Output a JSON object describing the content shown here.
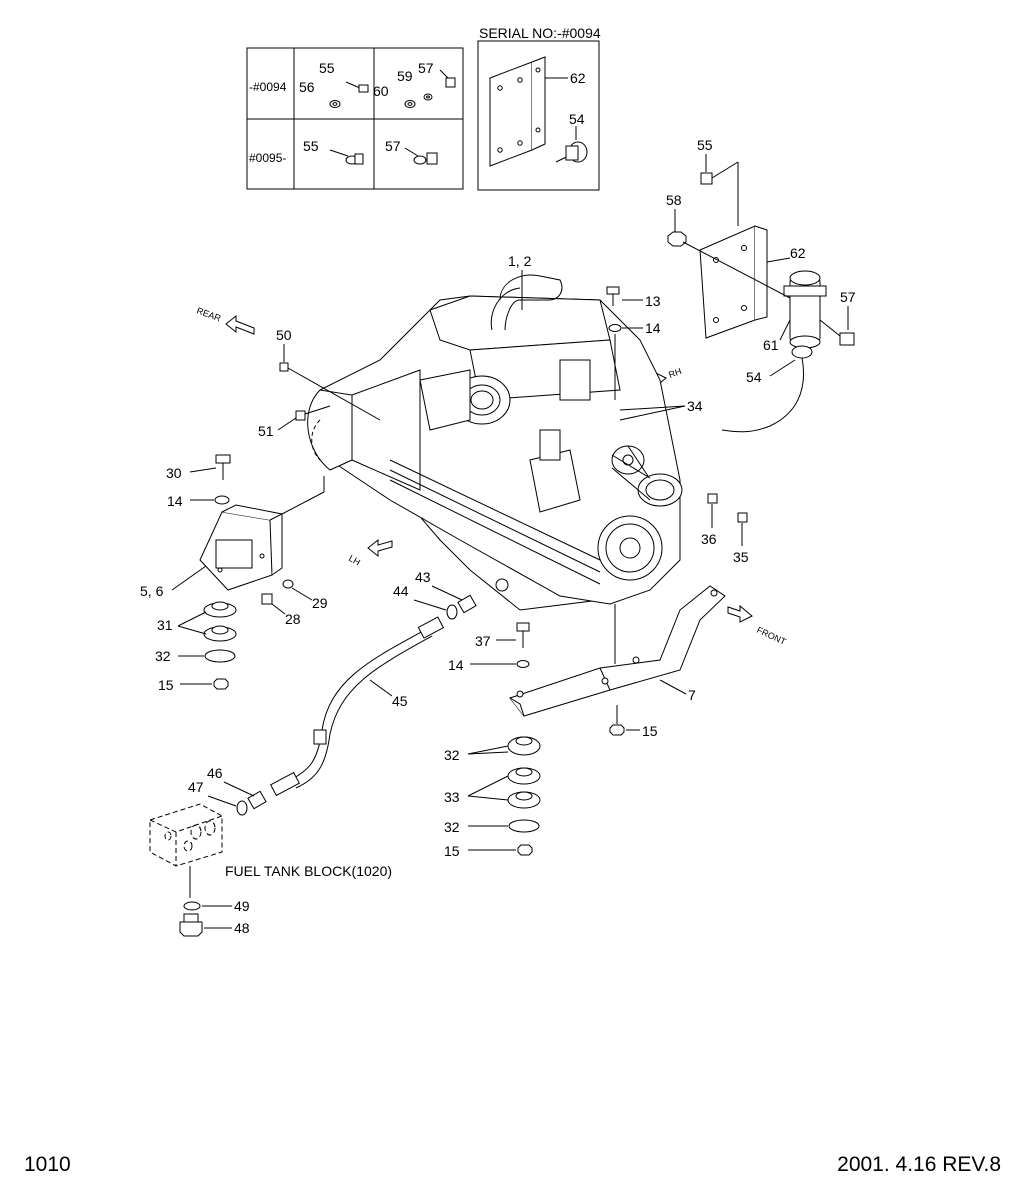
{
  "inset_table": {
    "rows": [
      {
        "serial": "-#0094",
        "group_a": [
          "55",
          "56"
        ],
        "group_b": [
          "57",
          "59",
          "60"
        ]
      },
      {
        "serial": "#0095-",
        "group_a": [
          "55"
        ],
        "group_b": [
          "57"
        ]
      }
    ]
  },
  "serial_inset": {
    "title": "SERIAL NO:-#0094",
    "parts": [
      "62",
      "54"
    ]
  },
  "directions": {
    "rear": "REAR",
    "rh": "RH",
    "lh": "LH",
    "front": "FRONT"
  },
  "callouts": {
    "c55": "55",
    "c58": "58",
    "c62": "62",
    "c57": "57",
    "c61": "61",
    "c54": "54",
    "c12": "1, 2",
    "c13": "13",
    "c14a": "14",
    "c34": "34",
    "c50": "50",
    "c51": "51",
    "c30": "30",
    "c14b": "14",
    "c56": "5, 6",
    "c29": "29",
    "c28": "28",
    "c31": "31",
    "c32a": "32",
    "c15a": "15",
    "c36": "36",
    "c35": "35",
    "c43": "43",
    "c44": "44",
    "c37": "37",
    "c14c": "14",
    "c7": "7",
    "c45": "45",
    "c15b": "15",
    "c32b": "32",
    "c33": "33",
    "c32c": "32",
    "c15c": "15",
    "c46": "46",
    "c47": "47",
    "c49": "49",
    "c48": "48"
  },
  "fuel_tank_label": "FUEL TANK BLOCK(1020)",
  "footer": {
    "page": "1010",
    "revision": "2001. 4.16  REV.8"
  }
}
